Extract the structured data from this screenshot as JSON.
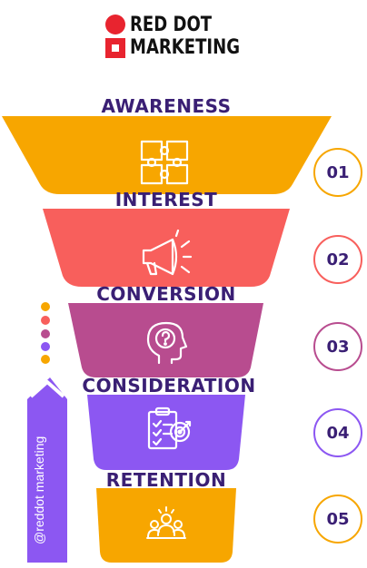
{
  "logo": {
    "line1": "RED DOT",
    "line2": "MARKETING"
  },
  "stages": [
    {
      "title": "AWARENESS",
      "number": "01",
      "color": "#f7a600",
      "icon": "puzzle-icon"
    },
    {
      "title": "INTEREST",
      "number": "02",
      "color": "#f85f5c",
      "icon": "megaphone-icon"
    },
    {
      "title": "CONVERSION",
      "number": "03",
      "color": "#b84c8f",
      "icon": "head-question-icon"
    },
    {
      "title": "CONSIDERATION",
      "number": "04",
      "color": "#8c57f2",
      "icon": "clipboard-target-icon"
    },
    {
      "title": "RETENTION",
      "number": "05",
      "color": "#f7a600",
      "icon": "team-icon"
    }
  ],
  "dots": [
    "#f7a600",
    "#f85f5c",
    "#b84c8f",
    "#8c57f2",
    "#f7a600"
  ],
  "handle": "@reddot marketing",
  "colors": {
    "title": "#3a1f74",
    "brand_red": "#e8242f",
    "sidebar": "#8c57f2"
  }
}
